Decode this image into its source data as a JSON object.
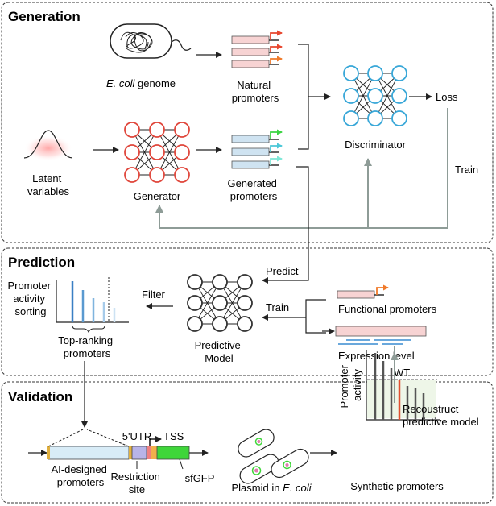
{
  "sections": {
    "generation": "Generation",
    "prediction": "Prediction",
    "validation": "Validation"
  },
  "generation": {
    "genome_label_italic": "E. coli",
    "genome_label_rest": " genome",
    "natural_promoters": [
      "Natural",
      "promoters"
    ],
    "latent_variables": [
      "Latent",
      "variables"
    ],
    "generator": "Generator",
    "generated_promoters": [
      "Generated",
      "promoters"
    ],
    "discriminator": "Discriminator",
    "loss": "Loss",
    "train": "Train"
  },
  "prediction": {
    "predict": "Predict",
    "sorting_label": [
      "Promoter",
      "activity",
      "sorting"
    ],
    "filter": "Filter",
    "train": "Train",
    "top_ranking": [
      "Top-ranking",
      "promoters"
    ],
    "predictive_model": [
      "Predictive",
      "Model"
    ],
    "functional_promoters": "Functional promoters",
    "expression_level": "Expression level"
  },
  "validation": {
    "utr": "5'UTR",
    "tss": "TSS",
    "ai_designed": [
      "AI-designed",
      "promoters"
    ],
    "restriction_site": [
      "Restriction",
      "site"
    ],
    "sfgfp": "sfGFP",
    "plasmid_label_rest": "Plasmid in ",
    "plasmid_label_italic": "E. coli",
    "reconstruct": [
      "Recoustruct",
      "predictive model"
    ],
    "wt": "WT",
    "promoter_activity": [
      "Promoter",
      "activity"
    ],
    "synthetic_promoters": "Synthetic promoters"
  },
  "colors": {
    "red_node": "#e0473c",
    "blue_node": "#38a7d8",
    "arrow_gray": "#8e9c97",
    "natural_box": "#f7d3d3",
    "generated_box": "#cfe3f1",
    "gfp": "#3fd63a"
  }
}
